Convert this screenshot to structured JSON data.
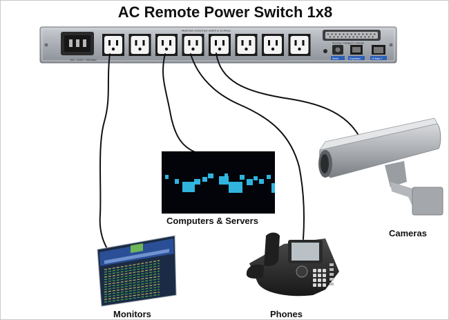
{
  "title": "AC Remote Power Switch 1x8",
  "device": {
    "outlet_count": 8,
    "small_text": {
      "max_current": "Maximum current per switch is 10 Amps",
      "voltage": "100 - 240V~ 10A Max",
      "port_serial": "Serial",
      "port_expansion": "Expansion",
      "port_ethernet": "10 Base-T",
      "header_ports": "Remotely / Intelligent / Controller"
    }
  },
  "devices": {
    "monitors": "Monitors",
    "computers": "Computers & Servers",
    "phones": "Phones",
    "cameras": "Cameras"
  },
  "colors": {
    "chassis": "#a9adb4",
    "outlet_face": "#f4f4f4",
    "port_blue": "#2c5fb8",
    "cable": "#111111",
    "screen_glow": "#35c8f5"
  }
}
